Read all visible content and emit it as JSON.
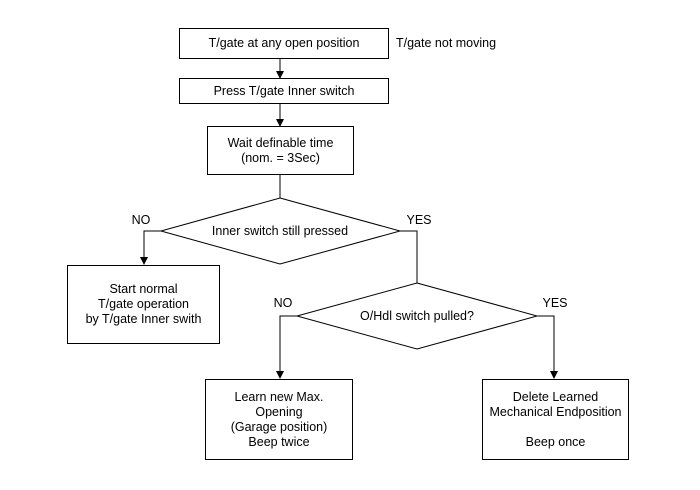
{
  "diagram": {
    "nodes": {
      "start": {
        "lines": [
          "T/gate at any open position"
        ]
      },
      "press": {
        "lines": [
          "Press T/gate Inner switch"
        ]
      },
      "wait": {
        "lines": [
          "Wait definable time",
          "(nom. = 3Sec)"
        ]
      },
      "inner_decision": {
        "lines": [
          "Inner switch still pressed"
        ]
      },
      "normal": {
        "lines": [
          "Start normal",
          "T/gate operation",
          "by T/gate Inner swith"
        ]
      },
      "ohdl_decision": {
        "lines": [
          "O/Hdl switch pulled?"
        ]
      },
      "learn": {
        "lines": [
          "Learn new Max.",
          "Opening",
          "(Garage position)",
          "Beep twice"
        ]
      },
      "delete": {
        "lines": [
          "Delete Learned",
          "Mechanical Endposition",
          "",
          "Beep once"
        ]
      }
    },
    "annotations": {
      "not_moving": "T/gate not moving"
    },
    "edge_labels": {
      "inner_no": "NO",
      "inner_yes": "YES",
      "ohdl_no": "NO",
      "ohdl_yes": "YES"
    }
  }
}
